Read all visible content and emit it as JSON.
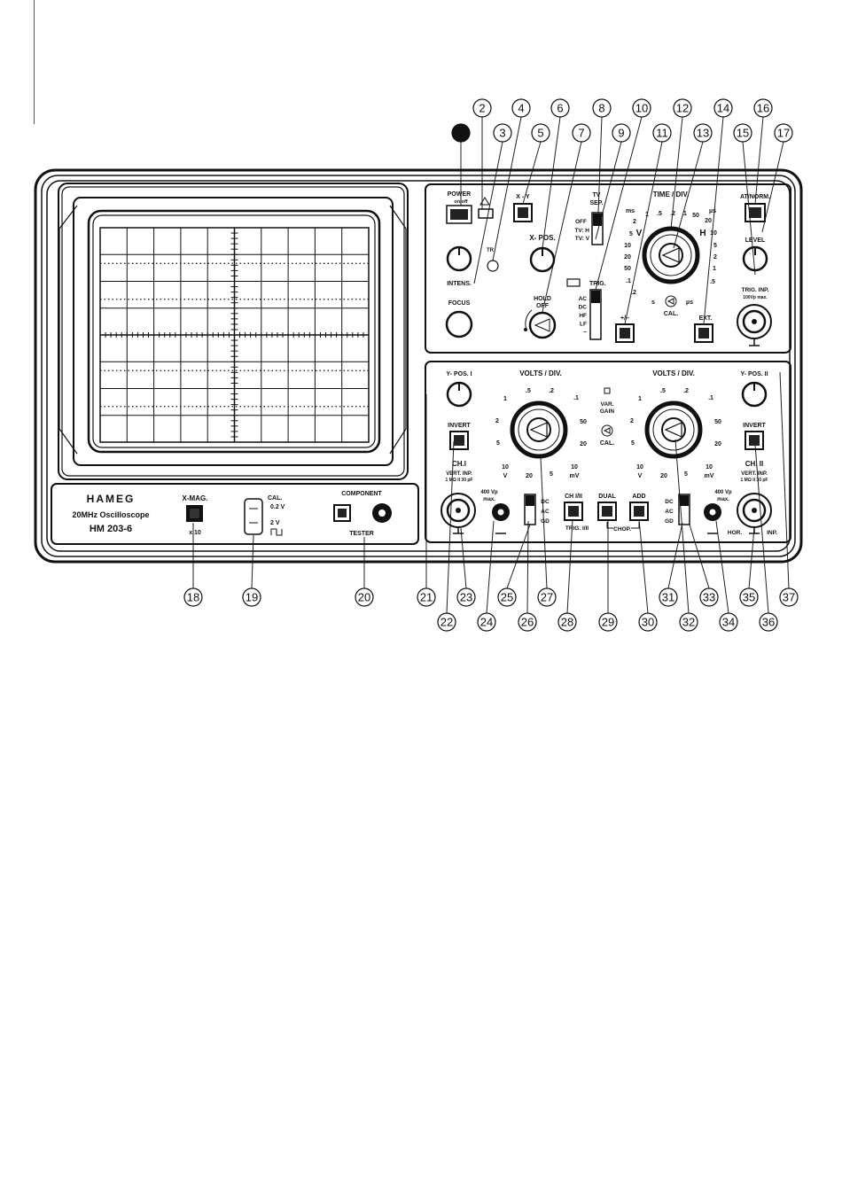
{
  "callouts": {
    "top": [
      {
        "n": "1",
        "filled": true
      },
      {
        "n": "2"
      },
      {
        "n": "3"
      },
      {
        "n": "4"
      },
      {
        "n": "5"
      },
      {
        "n": "6"
      },
      {
        "n": "7"
      },
      {
        "n": "8"
      },
      {
        "n": "9"
      },
      {
        "n": "10"
      },
      {
        "n": "11"
      },
      {
        "n": "12"
      },
      {
        "n": "13"
      },
      {
        "n": "14"
      },
      {
        "n": "15"
      },
      {
        "n": "16"
      },
      {
        "n": "17"
      }
    ],
    "bottom": [
      {
        "n": "18"
      },
      {
        "n": "19"
      },
      {
        "n": "20"
      },
      {
        "n": "21"
      },
      {
        "n": "22"
      },
      {
        "n": "23"
      },
      {
        "n": "24"
      },
      {
        "n": "25"
      },
      {
        "n": "26"
      },
      {
        "n": "27"
      },
      {
        "n": "28"
      },
      {
        "n": "29"
      },
      {
        "n": "30"
      },
      {
        "n": "31"
      },
      {
        "n": "32"
      },
      {
        "n": "33"
      },
      {
        "n": "34"
      },
      {
        "n": "35"
      },
      {
        "n": "36"
      },
      {
        "n": "37"
      }
    ]
  },
  "brand": {
    "logo": "HAMEG",
    "model_line": "20MHz Oscilloscope",
    "model": "HM 203-6"
  },
  "labels": {
    "power": "POWER",
    "power_sub": "on/off",
    "xy": "X - Y",
    "tr": "TR",
    "intens": "INTENS.",
    "focus": "FOCUS",
    "xpos": "X- POS.",
    "hold": "HOLD",
    "off": "OFF",
    "tv": "TV",
    "sep": "SEP.",
    "sep_off": "OFF",
    "tv_h": "TV: H",
    "tv_v": "TV: V",
    "trig": "TRIG.",
    "trig_modes": [
      "AC",
      "DC",
      "HF",
      "LF",
      "~"
    ],
    "plusminus": "+/–",
    "time_div": "TIME / DIV.",
    "ms": "ms",
    "us": "µs",
    "s_unit": "s",
    "cal": "CAL.",
    "ext": "EXT.",
    "at_norm": "AT/NORM.",
    "level": "LEVEL",
    "trig_inp": "TRIG. INP.",
    "trig_inp_max": "100Vp max.",
    "ypos1": "Y- POS. I",
    "ypos2": "Y- POS. II",
    "volts_div": "VOLTS / DIV.",
    "invert": "INVERT",
    "ch1": "CH.I",
    "ch2": "CH. II",
    "vert_inp": "VERT. INP.",
    "imp": "1 MΩ II 30 pF",
    "v400": "400 Vp",
    "max": "max.",
    "var_gain": "VAR.",
    "gain": "GAIN",
    "coupling": [
      "DC",
      "AC",
      "GD"
    ],
    "ch_sel": "CH I/II",
    "trig_sel": "TRIG. I/II",
    "dual": "DUAL",
    "add": "ADD",
    "chop": "CHOP.",
    "hor": "HOR.",
    "inp": "INP.",
    "xmag": "X-MAG.",
    "x10": "x 10",
    "cal_out": "CAL.",
    "cal_02": "0.2 V",
    "cal_2": "2 V",
    "component": "COMPONENT",
    "tester": "TESTER"
  },
  "time_scale": {
    "ms_side": [
      "1",
      "2",
      "5",
      "10",
      "20",
      "50",
      ".1",
      ".2"
    ],
    "top": [
      ".5",
      ".2",
      ".1"
    ],
    "us_side": [
      "50",
      "20",
      "10",
      "5",
      "2",
      "1",
      ".5"
    ],
    "v_mark": "V",
    "h_mark": "H"
  },
  "volts_scale": {
    "left": [
      "1",
      "2",
      "5"
    ],
    "top": [
      ".5",
      ".2",
      ".1"
    ],
    "right": [
      "50",
      "20"
    ],
    "bottom": [
      "10",
      "20",
      "5",
      "10"
    ],
    "units": [
      "V",
      "mV"
    ]
  }
}
